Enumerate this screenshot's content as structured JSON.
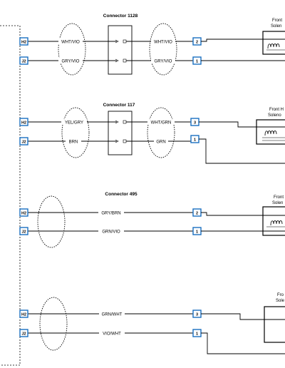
{
  "connectors": [
    {
      "title": "Connector 1128",
      "left_pins": [
        "H2",
        "J2"
      ],
      "left_wires": [
        "WHT/VIO",
        "GRY/VIO"
      ],
      "right_wires": [
        "WHT/VIO",
        "GRY/VIO"
      ],
      "right_pins": [
        "2",
        "1"
      ],
      "component": [
        "Front",
        "Solen"
      ]
    },
    {
      "title": "Connector 117",
      "left_pins": [
        "H2",
        "J2"
      ],
      "left_wires": [
        "YEL/GRY",
        "BRN"
      ],
      "right_wires": [
        "WHT/GRN",
        "GRN"
      ],
      "right_pins": [
        "3",
        "1"
      ],
      "component": [
        "Front H",
        "Soleno"
      ]
    },
    {
      "title": "Connector 495",
      "left_pins": [
        "H2",
        "J2"
      ],
      "wires": [
        "GRY/BRN",
        "GRN/VIO"
      ],
      "right_pins": [
        "2",
        "1"
      ],
      "component": [
        "Front",
        "Solen"
      ]
    },
    {
      "title": "",
      "left_pins": [
        "H2",
        "J2"
      ],
      "wires": [
        "GRN/WHT",
        "VIO/WHT"
      ],
      "right_pins": [
        "3",
        "1"
      ],
      "component": [
        "Fro",
        "Sole"
      ]
    }
  ],
  "colors": {
    "pin_border": "#1a6fc0",
    "wire": "#000000"
  }
}
